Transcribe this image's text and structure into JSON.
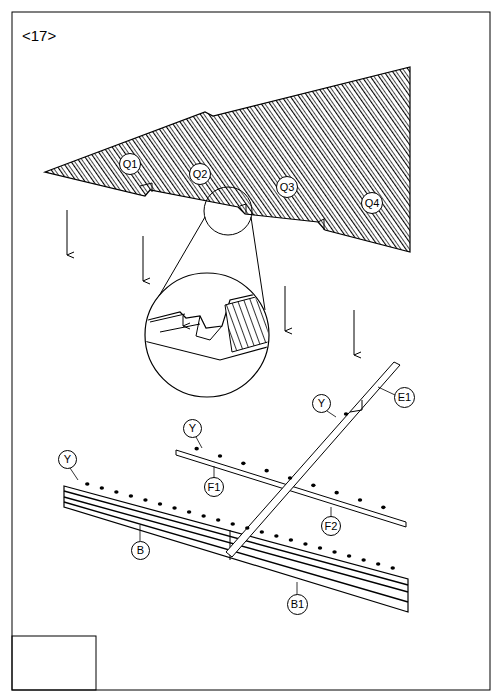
{
  "diagram": {
    "title": "<17>",
    "nodes": [
      {
        "text": [
          "Q1"
        ]
      },
      {
        "text": [
          "Q2"
        ]
      },
      {
        "text": [
          "Q3"
        ]
      },
      {
        "text": [
          "Q4"
        ]
      },
      {
        "text": [
          "Y"
        ]
      },
      {
        "text": [
          "E1"
        ]
      },
      {
        "text": [
          "Y"
        ]
      },
      {
        "text": [
          "Y"
        ]
      },
      {
        "text": [
          "F1"
        ]
      },
      {
        "text": [
          "F2"
        ]
      },
      {
        "text": [
          "B"
        ]
      },
      {
        "text": [
          "B1"
        ]
      }
    ]
  }
}
